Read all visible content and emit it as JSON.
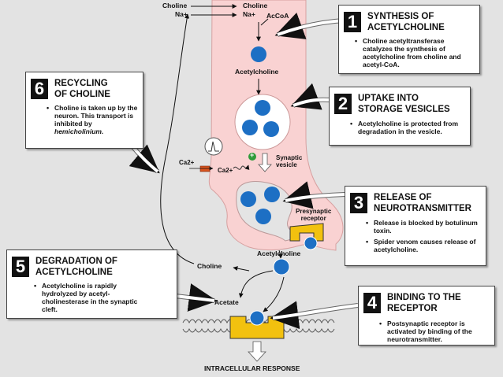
{
  "labels": {
    "choline_left": "Choline",
    "na_left": "Na+",
    "choline_right": "Choline",
    "na_right": "Na+",
    "accoa": "AcCoA",
    "acetylcholine_top": "Acetylcholine",
    "ca_left": "Ca2+",
    "ca_right": "Ca2+",
    "synaptic_vesicle": "Synaptic\nvesicle",
    "presynaptic_receptor": "Presynaptic\nreceptor",
    "acetylcholine_cleft": "Acetylcholine",
    "choline_cleft": "Choline",
    "acetate": "Acetate",
    "intracellular_response": "INTRACELLULAR RESPONSE",
    "plus_sign": "+"
  },
  "boxes": [
    {
      "id": "synthesis",
      "number": "1",
      "title": "SYNTHESIS OF\nACETYLCHOLINE",
      "bullets": [
        "Choline acetyltransferase catalyzes the synthesis of acetylcholine from choline and acetyl-CoA."
      ]
    },
    {
      "id": "uptake",
      "number": "2",
      "title": "UPTAKE INTO\nSTORAGE VESICLES",
      "bullets": [
        "Acetylcholine is protected from degradation in the vesicle."
      ]
    },
    {
      "id": "release",
      "number": "3",
      "title": "RELEASE OF\nNEUROTRANSMITTER",
      "bullets": [
        "Release is blocked by botulinum toxin.",
        "Spider venom causes release of acetylcholine."
      ]
    },
    {
      "id": "binding",
      "number": "4",
      "title": "BINDING TO THE\nRECEPTOR",
      "bullets": [
        "Postsynaptic receptor is activated by binding of the neurotransmitter."
      ]
    },
    {
      "id": "degradation",
      "number": "5",
      "title": "DEGRADATION OF\nACETYLCHOLINE",
      "bullets": [
        "Acetylcholine is rapidly hydrolyzed by acetyl-cholinesterase in the synaptic cleft."
      ]
    },
    {
      "id": "recycling",
      "number": "6",
      "title": "RECYCLING\nOF CHOLINE",
      "bullets_main": "Choline is taken up by the neuron. This transport is inhibited by",
      "bullets_em": "hemicholinium."
    }
  ],
  "colors": {
    "background": "#e3e3e3",
    "neuron": "#f9d2d2",
    "neuron_edge": "#d7a0a0",
    "molecule": "#1d6fc4",
    "receptor": "#f2c10f",
    "channel": "#d9541e",
    "plus_badge": "#2e9b3a"
  }
}
